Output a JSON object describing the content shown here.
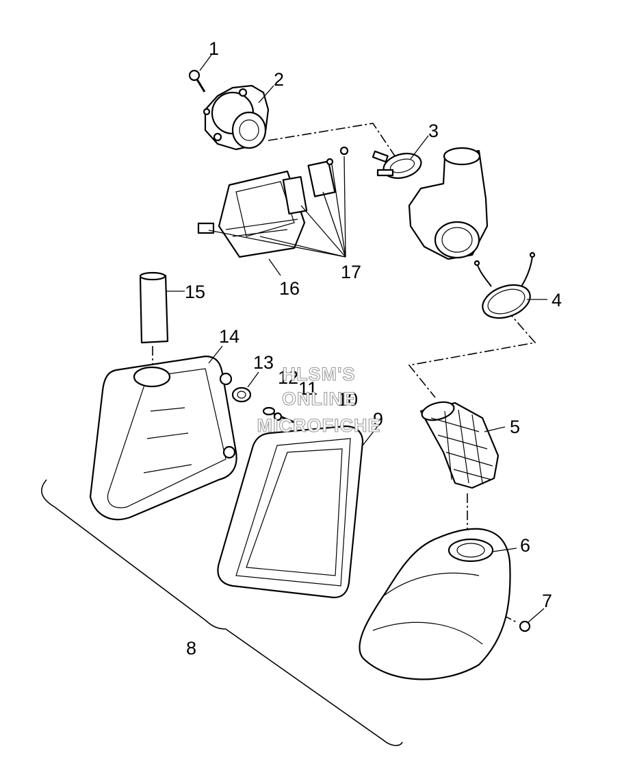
{
  "diagram": {
    "type": "exploded-parts-diagram",
    "callouts": [
      {
        "id": "1",
        "label": "1"
      },
      {
        "id": "2",
        "label": "2"
      },
      {
        "id": "3",
        "label": "3"
      },
      {
        "id": "4",
        "label": "4"
      },
      {
        "id": "5",
        "label": "5"
      },
      {
        "id": "6",
        "label": "6"
      },
      {
        "id": "7",
        "label": "7"
      },
      {
        "id": "8",
        "label": "8"
      },
      {
        "id": "9",
        "label": "9"
      },
      {
        "id": "10",
        "label": "10"
      },
      {
        "id": "11",
        "label": "11"
      },
      {
        "id": "12",
        "label": "12"
      },
      {
        "id": "13",
        "label": "13"
      },
      {
        "id": "14",
        "label": "14"
      },
      {
        "id": "15",
        "label": "15"
      },
      {
        "id": "16",
        "label": "16"
      },
      {
        "id": "17",
        "label": "17"
      }
    ]
  },
  "watermark": {
    "line1": "HLSM'S",
    "line2": "ONLINE",
    "line3": "MICROFICHE",
    "color": "#9a9a9a"
  }
}
